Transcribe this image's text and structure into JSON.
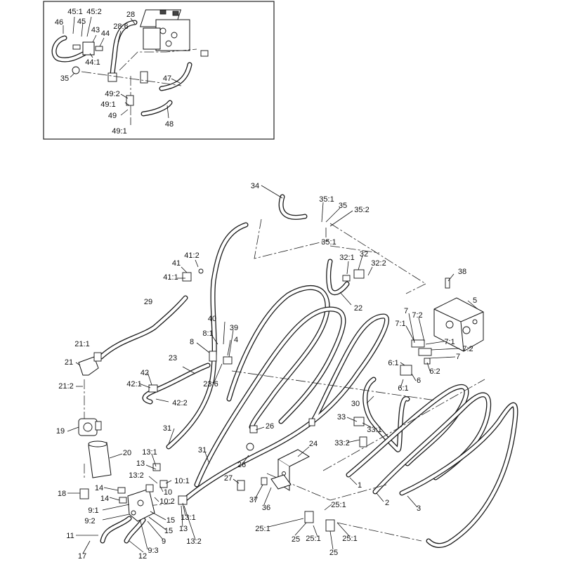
{
  "callouts": [
    {
      "id": "c1",
      "text": "46"
    },
    {
      "id": "c2",
      "text": "45:1"
    },
    {
      "id": "c3",
      "text": "45"
    },
    {
      "id": "c4",
      "text": "45:2"
    },
    {
      "id": "c5",
      "text": "43"
    },
    {
      "id": "c6",
      "text": "44"
    },
    {
      "id": "c7",
      "text": "28"
    },
    {
      "id": "c8",
      "text": "28:6"
    },
    {
      "id": "c9",
      "text": "44:1"
    },
    {
      "id": "c10",
      "text": "35"
    },
    {
      "id": "c11",
      "text": "47"
    },
    {
      "id": "c12",
      "text": "49:2"
    },
    {
      "id": "c13",
      "text": "49:1"
    },
    {
      "id": "c14",
      "text": "49"
    },
    {
      "id": "c15",
      "text": "48"
    },
    {
      "id": "c16",
      "text": "49:1"
    },
    {
      "id": "c17",
      "text": "34"
    },
    {
      "id": "c18",
      "text": "35:1"
    },
    {
      "id": "c19",
      "text": "35"
    },
    {
      "id": "c20",
      "text": "35:2"
    },
    {
      "id": "c21",
      "text": "35:1"
    },
    {
      "id": "c22",
      "text": "41:2"
    },
    {
      "id": "c23",
      "text": "41"
    },
    {
      "id": "c24",
      "text": "41:1"
    },
    {
      "id": "c25",
      "text": "32:1"
    },
    {
      "id": "c26",
      "text": "32"
    },
    {
      "id": "c27",
      "text": "32:2"
    },
    {
      "id": "c28",
      "text": "38"
    },
    {
      "id": "c29",
      "text": "22"
    },
    {
      "id": "c30",
      "text": "29"
    },
    {
      "id": "c31",
      "text": "5"
    },
    {
      "id": "c32",
      "text": "7"
    },
    {
      "id": "c33",
      "text": "7:2"
    },
    {
      "id": "c34",
      "text": "40"
    },
    {
      "id": "c35",
      "text": "39"
    },
    {
      "id": "c36",
      "text": "7:1"
    },
    {
      "id": "c37",
      "text": "8:1"
    },
    {
      "id": "c38",
      "text": "4"
    },
    {
      "id": "c39",
      "text": "21:1"
    },
    {
      "id": "c40",
      "text": "8"
    },
    {
      "id": "c41",
      "text": "7:2"
    },
    {
      "id": "c42",
      "text": "7"
    },
    {
      "id": "c43",
      "text": "21"
    },
    {
      "id": "c44",
      "text": "23"
    },
    {
      "id": "c45",
      "text": "7:1"
    },
    {
      "id": "c46",
      "text": "6:1"
    },
    {
      "id": "c47",
      "text": "6:2"
    },
    {
      "id": "c48",
      "text": "42"
    },
    {
      "id": "c49",
      "text": "23:6"
    },
    {
      "id": "c50",
      "text": "6"
    },
    {
      "id": "c51",
      "text": "42:1"
    },
    {
      "id": "c52",
      "text": "21:2"
    },
    {
      "id": "c53",
      "text": "42:2"
    },
    {
      "id": "c54",
      "text": "6:1"
    },
    {
      "id": "c55",
      "text": "30"
    },
    {
      "id": "c56",
      "text": "33"
    },
    {
      "id": "c57",
      "text": "19"
    },
    {
      "id": "c58",
      "text": "31"
    },
    {
      "id": "c59",
      "text": "26"
    },
    {
      "id": "c60",
      "text": "33:1"
    },
    {
      "id": "c61",
      "text": "33:2"
    },
    {
      "id": "c62",
      "text": "24"
    },
    {
      "id": "c63",
      "text": "20"
    },
    {
      "id": "c64",
      "text": "13:1"
    },
    {
      "id": "c65",
      "text": "31"
    },
    {
      "id": "c66",
      "text": "26"
    },
    {
      "id": "c67",
      "text": "13"
    },
    {
      "id": "c68",
      "text": "13:2"
    },
    {
      "id": "c69",
      "text": "10:1"
    },
    {
      "id": "c70",
      "text": "27"
    },
    {
      "id": "c71",
      "text": "1"
    },
    {
      "id": "c72",
      "text": "18"
    },
    {
      "id": "c73",
      "text": "14"
    },
    {
      "id": "c74",
      "text": "10"
    },
    {
      "id": "c75",
      "text": "14"
    },
    {
      "id": "c76",
      "text": "10:2"
    },
    {
      "id": "c77",
      "text": "37"
    },
    {
      "id": "c78",
      "text": "25:1"
    },
    {
      "id": "c79",
      "text": "2"
    },
    {
      "id": "c80",
      "text": "9:1"
    },
    {
      "id": "c81",
      "text": "13:1"
    },
    {
      "id": "c82",
      "text": "36"
    },
    {
      "id": "c83",
      "text": "3"
    },
    {
      "id": "c84",
      "text": "15"
    },
    {
      "id": "c85",
      "text": "9:2"
    },
    {
      "id": "c86",
      "text": "13"
    },
    {
      "id": "c87",
      "text": "25:1"
    },
    {
      "id": "c88",
      "text": "15"
    },
    {
      "id": "c89",
      "text": "25:1"
    },
    {
      "id": "c90",
      "text": "11"
    },
    {
      "id": "c91",
      "text": "9"
    },
    {
      "id": "c92",
      "text": "13:2"
    },
    {
      "id": "c93",
      "text": "25"
    },
    {
      "id": "c94",
      "text": "9:3"
    },
    {
      "id": "c95",
      "text": "25:1"
    },
    {
      "id": "c96",
      "text": "17"
    },
    {
      "id": "c97",
      "text": "12"
    },
    {
      "id": "c98",
      "text": "25"
    }
  ]
}
